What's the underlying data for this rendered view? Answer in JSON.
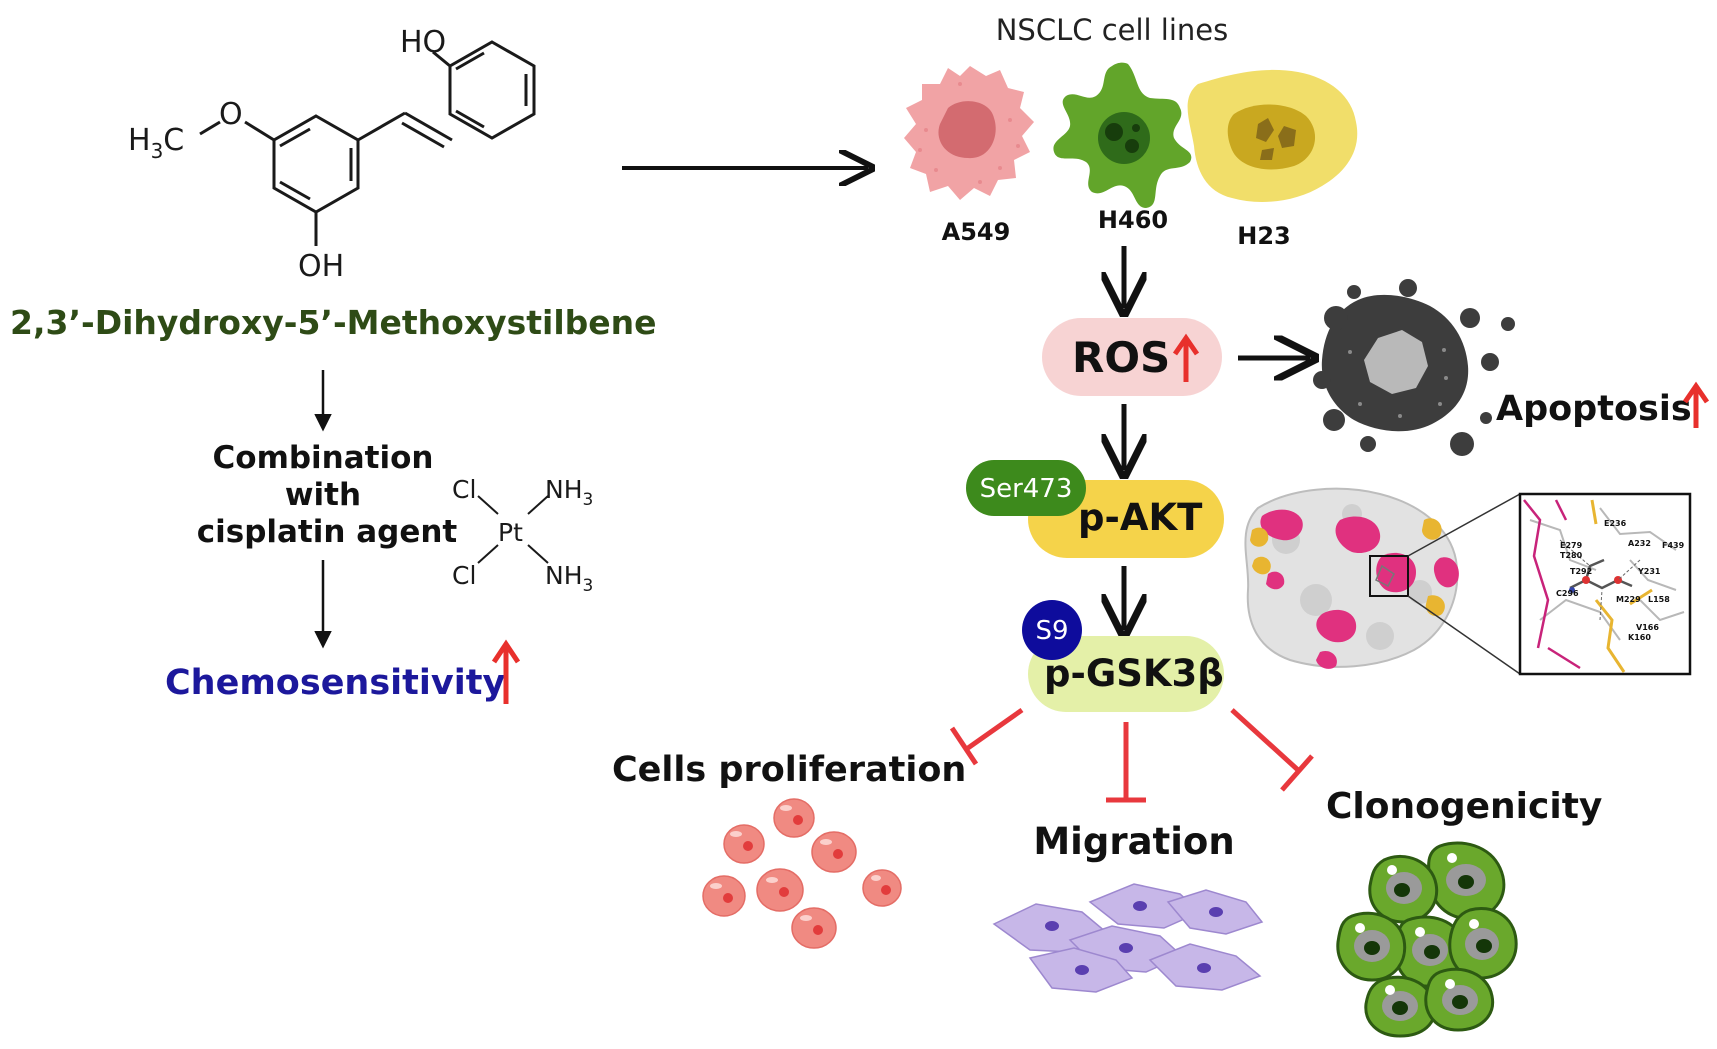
{
  "compound": {
    "name": "2,3’-Dihydroxy-5’-Methoxystilbene",
    "ho_top": "HO",
    "oh_bottom": "OH",
    "h3c": "H",
    "h3c_sub": "3",
    "h3c_c": "C",
    "o_label": "O"
  },
  "cell_lines": {
    "title": "NSCLC cell lines",
    "a549": "A549",
    "h460": "H460",
    "h23": "H23"
  },
  "combo": {
    "line1": "Combination",
    "line2": "with",
    "line3": "cisplatin agent",
    "outcome": "Chemosensitivity"
  },
  "cisplatin": {
    "cl1": "Cl",
    "cl2": "Cl",
    "pt": "Pt",
    "nh": "NH",
    "sub": "3"
  },
  "pathway": {
    "ros": "ROS",
    "apoptosis": "Apoptosis",
    "ser473": "Ser473",
    "pakt": "p-AKT",
    "s9": "S9",
    "pgsk": "p-GSK3β"
  },
  "outcomes": {
    "proliferation": "Cells proliferation",
    "migration": "Migration",
    "clonogenicity": "Clonogenicity"
  },
  "docking_residues": [
    "E236",
    "E279",
    "T280",
    "T292",
    "F439",
    "Y231",
    "C296",
    "M229",
    "L158",
    "V166",
    "K160",
    "A232"
  ],
  "colors": {
    "compound_name": "#2e4b16",
    "chemo": "#1c189c",
    "up_arrow": "#e8302c",
    "inhibit": "#e8383d",
    "ros_fill": "#f7d3d3",
    "akt_fill": "#f5d34a",
    "gsk_fill": "#e4f0a8",
    "ser_fill": "#3d8a1c",
    "s9_fill": "#0e0c9c",
    "a549": "#f1a3a5",
    "h460": "#62a52a",
    "h23": "#f1de6a"
  }
}
